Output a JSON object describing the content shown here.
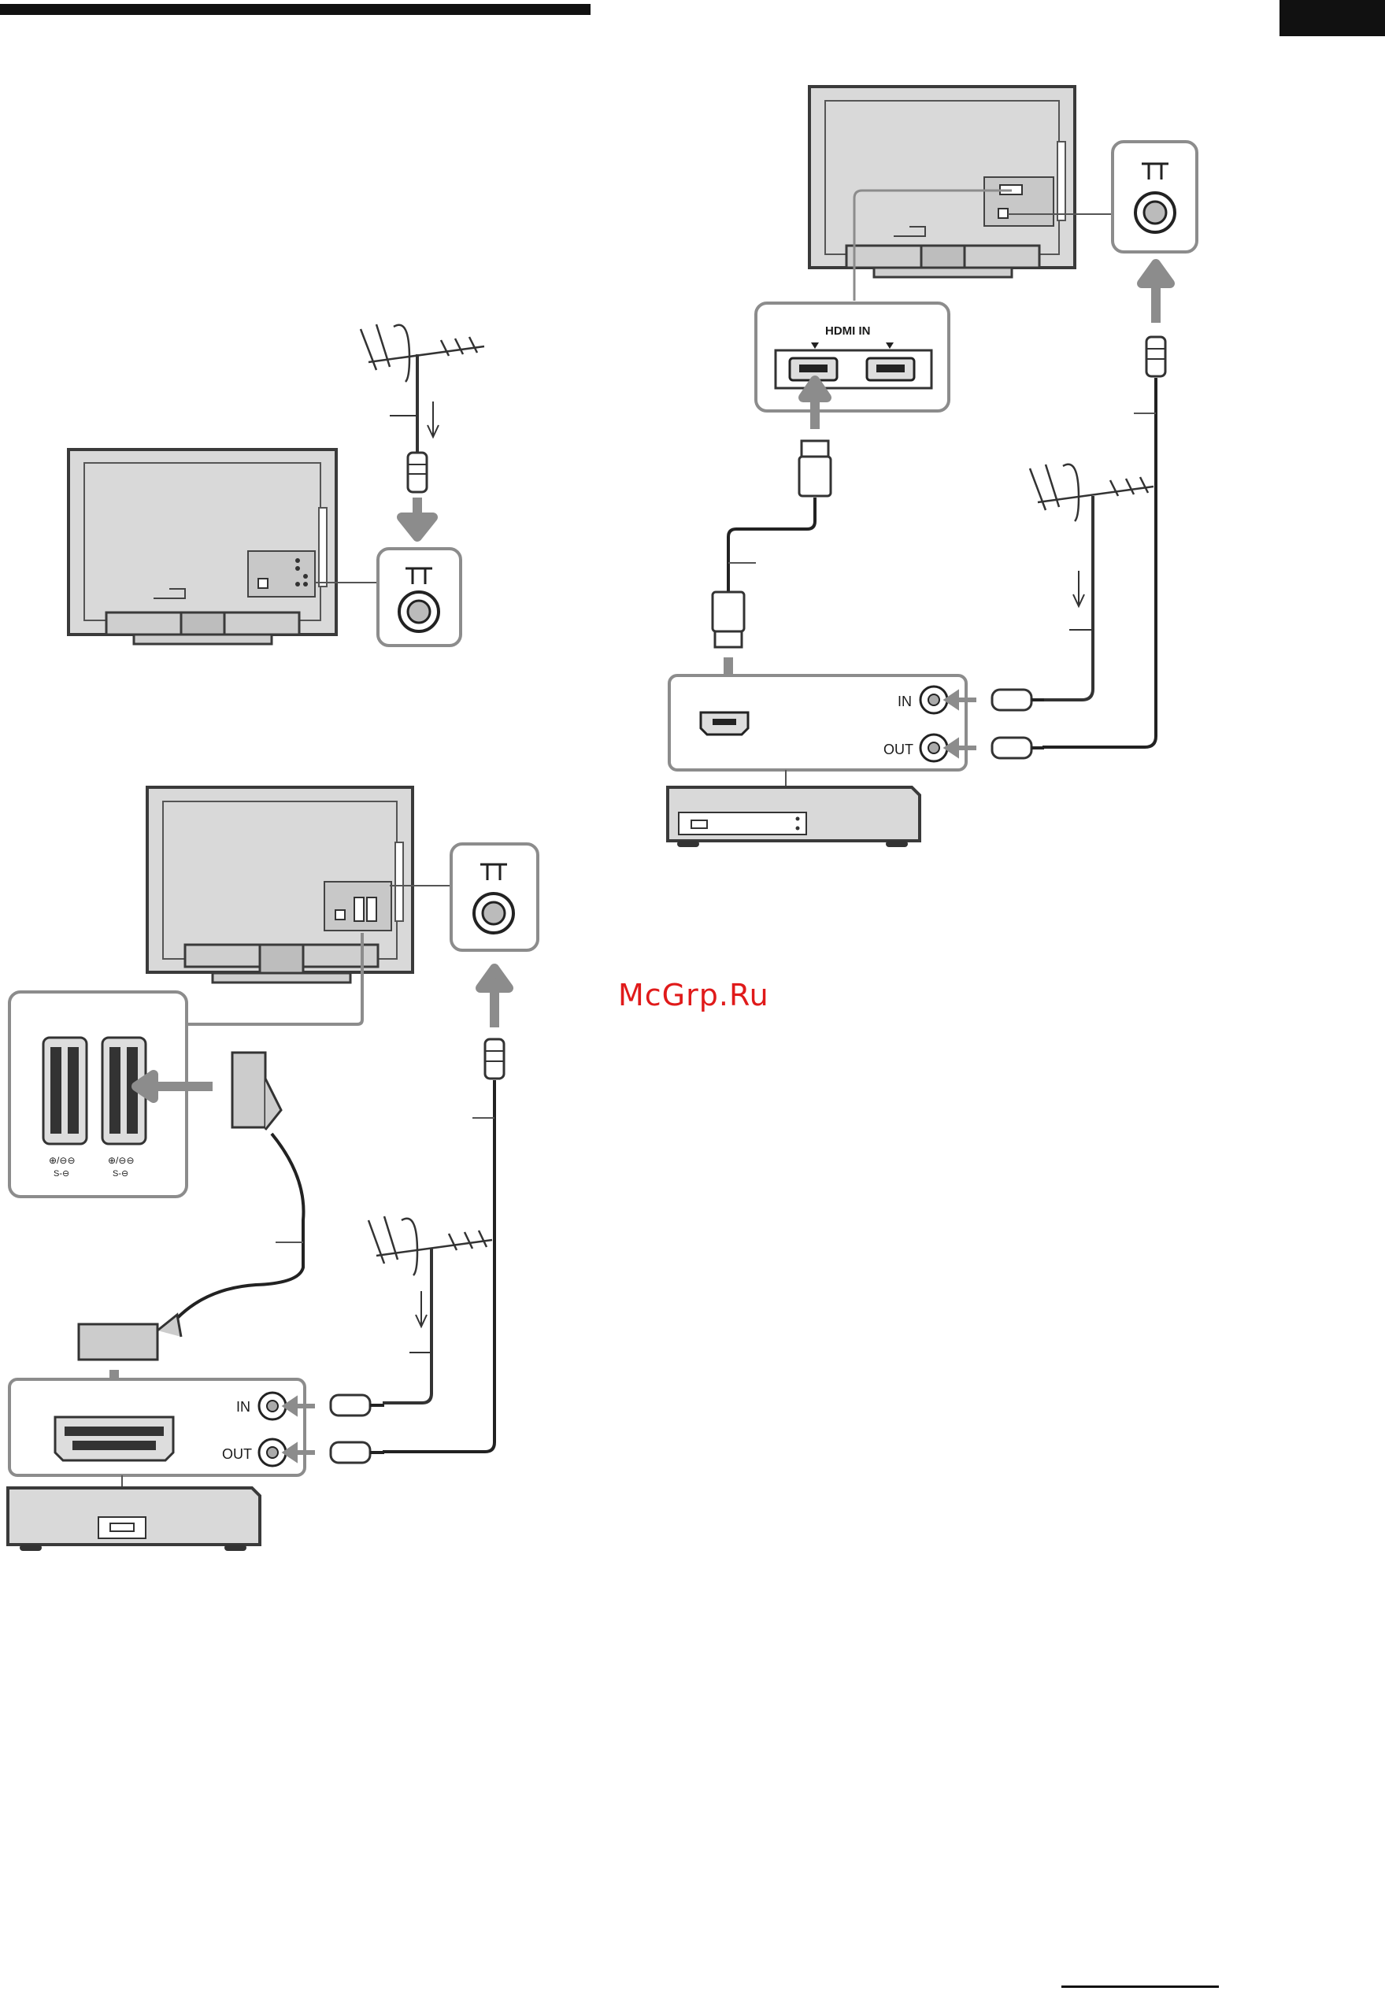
{
  "watermark": "McGrp.Ru",
  "labels": {
    "hdmi_in": "HDMI IN",
    "in": "IN",
    "out": "OUT"
  },
  "colors": {
    "outline": "#3a3a3a",
    "tv_panel": "#d9d9d9",
    "arrow": "#8c8c8c",
    "callout_border": "#8c8c8c",
    "top_bar": "#111111",
    "watermark": "#e01a1a"
  },
  "icons": [
    "antenna-icon",
    "coax-plug-icon",
    "aerial-socket-icon",
    "scart-connector-icon",
    "hdmi-plug-icon",
    "hdmi-socket-icon",
    "rca-plug-icon"
  ]
}
